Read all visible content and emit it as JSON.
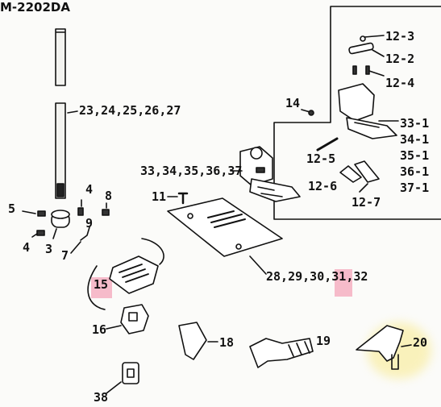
{
  "title": "M-2202DA",
  "labels": {
    "l_12_3": "12-3",
    "l_12_2": "12-2",
    "l_12_4": "12-4",
    "l_14": "14",
    "l_33_1": "33-1",
    "l_34_1": "34-1",
    "l_35_1": "35-1",
    "l_36_1": "36-1",
    "l_37_1": "37-1",
    "l_12_5": "12-5",
    "l_12_6": "12-6",
    "l_12_7": "12-7",
    "l_23": "23,24,25,26,27",
    "l_33": "33,34,35,36,37",
    "l_11": "11",
    "l_4a": "4",
    "l_8": "8",
    "l_5": "5",
    "l_4b": "4",
    "l_3": "3",
    "l_7": "7",
    "l_9": "9",
    "l_28": "28,29,30,31,32",
    "l_15": "15",
    "l_16": "16",
    "l_18": "18",
    "l_19": "19",
    "l_20": "20",
    "l_38": "38"
  },
  "highlight_colors": {
    "pink": "#f4a6b9",
    "yellow": "#f8e98a"
  }
}
